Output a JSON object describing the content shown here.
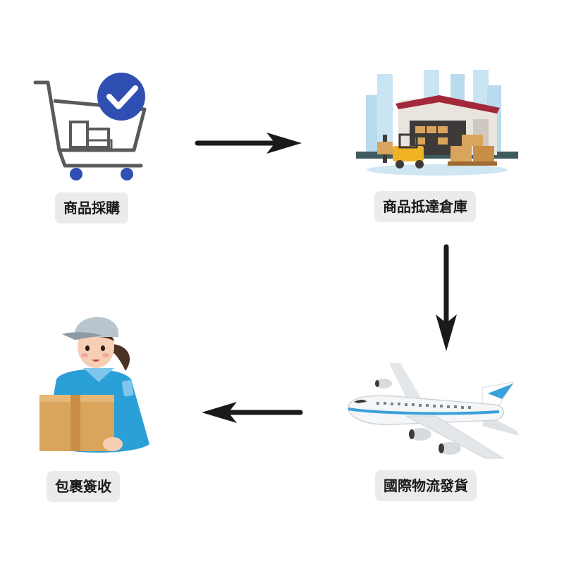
{
  "steps": [
    {
      "id": "purchase",
      "label": "商品採購",
      "icon": "shopping-cart-check-icon"
    },
    {
      "id": "warehouse",
      "label": "商品抵達倉庫",
      "icon": "warehouse-forklift-icon"
    },
    {
      "id": "shipping",
      "label": "國際物流發貨",
      "icon": "airplane-icon"
    },
    {
      "id": "delivery",
      "label": "包裹簽收",
      "icon": "courier-package-icon"
    }
  ],
  "colors": {
    "arrow": "#1a1a1a",
    "label_bg": "#ebebeb",
    "check_badge": "#2f4fb3",
    "box": "#d9a45c",
    "uniform": "#2a9fd8",
    "warehouse_roof": "#a3283a"
  }
}
